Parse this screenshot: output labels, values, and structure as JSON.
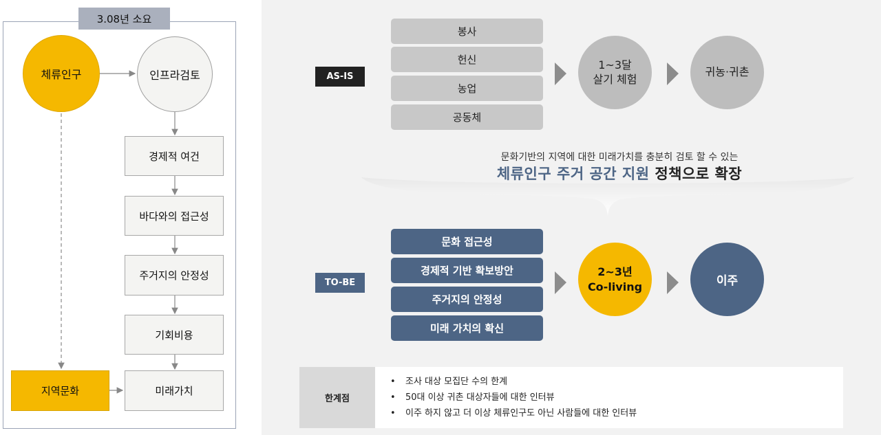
{
  "left": {
    "duration": "3.08년 소요",
    "start_node": "체류인구",
    "review_node": "인프라검토",
    "steps": [
      "경제적 여건",
      "바다와의 접근성",
      "주거지의 안정성",
      "기회비용",
      "미래가치"
    ],
    "culture_node": "지역문화"
  },
  "as_is": {
    "tag": "AS-IS",
    "items": [
      "봉사",
      "헌신",
      "농업",
      "공동체"
    ],
    "stage_line1": "1~3달",
    "stage_line2": "살기 체험",
    "result": "귀농·귀촌"
  },
  "middle": {
    "subtitle": "문화기반의 지역에 대한 미래가치를 충분히 검토 할 수 있는",
    "title_highlight": "체류인구 주거 공간 지원",
    "title_rest": "정책으로 확장"
  },
  "to_be": {
    "tag": "TO-BE",
    "items": [
      "문화 접근성",
      "경제적 기반 확보방안",
      "주거지의 안정성",
      "미래 가치의 확신"
    ],
    "stage_line1": "2~3년",
    "stage_line2": "Co-living",
    "result": "이주"
  },
  "limitations": {
    "heading": "한계점",
    "items": [
      "조사 대상 모집단 수의 한계",
      "50대 이상 귀촌 대상자들에 대한 인터뷰",
      "이주 하지 않고 더 이상 체류인구도 아닌 사람들에 대한 인터뷰"
    ]
  },
  "colors": {
    "accent_yellow": "#f5b800",
    "accent_blue": "#4d6585",
    "neutral_gray": "#c8c8c8",
    "tag_dark": "#222222"
  }
}
